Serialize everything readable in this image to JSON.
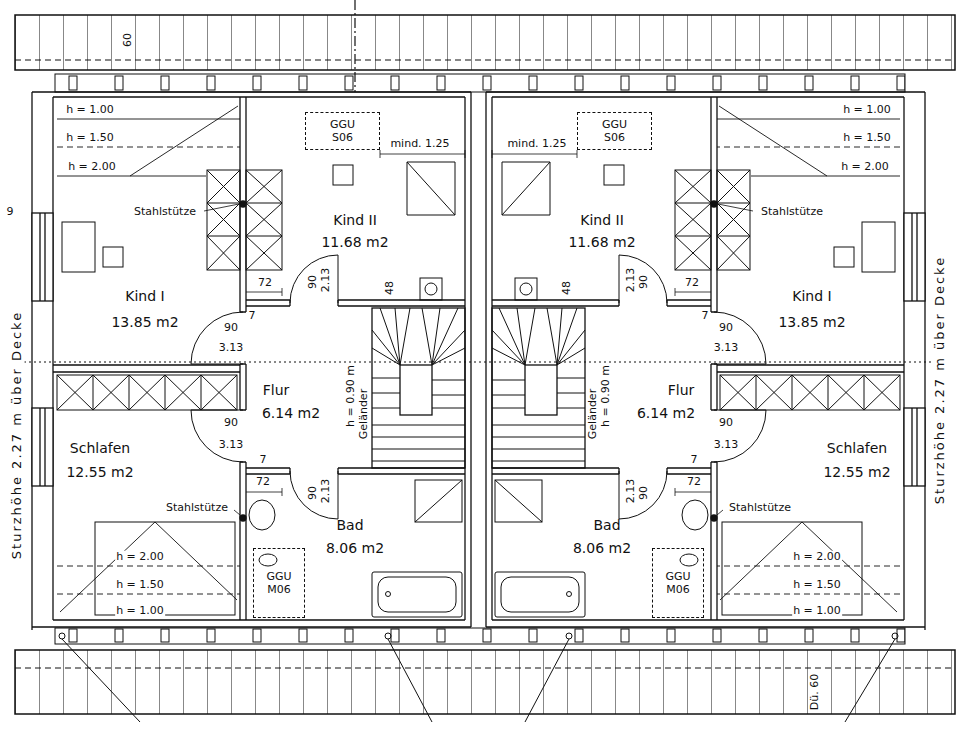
{
  "diagram": {
    "nodes": [
      {
        "text": [
          "Kind I",
          "13.85 m2"
        ]
      },
      {
        "text": [
          "Kind II",
          "11.68 m2"
        ]
      },
      {
        "text": [
          "GGU S06"
        ],
        "in": 1
      },
      {
        "text": [
          "Kind II",
          "11.68 m2"
        ]
      },
      {
        "text": [
          "GGU S06"
        ],
        "in": 3
      },
      {
        "text": [
          "Kind I",
          "13.85 m2"
        ]
      },
      {
        "text": [
          "Flur",
          "6.14 m2"
        ]
      },
      {
        "text": [
          "Flur",
          "6.14 m2"
        ]
      },
      {
        "text": [
          "Schlafen",
          "12.55 m2"
        ]
      },
      {
        "text": [
          "Bad",
          "8.06 m2"
        ]
      },
      {
        "text": [
          "GGU M06"
        ],
        "in": 9
      },
      {
        "text": [
          "Bad",
          "8.06 m2"
        ]
      },
      {
        "text": [
          "GGU M06"
        ],
        "in": 11
      },
      {
        "text": [
          "Schlafen",
          "12.55 m2"
        ]
      }
    ],
    "labels": [
      "60",
      "9",
      "h = 1.00",
      "h = 1.50",
      "h = 2.00",
      "mind. 1.25",
      "Stahlstütze",
      "72",
      "90",
      "2.13",
      "48",
      "7",
      "90",
      "3.13",
      "h = 0.90 m",
      "Geländer",
      "90",
      "3.13",
      "7",
      "72",
      "90",
      "2.13",
      "Stahlstütze",
      "h = 2.00",
      "h = 1.50",
      "h = 1.00",
      "h = 1.00",
      "h = 1.50",
      "h = 2.00",
      "mind. 1.25",
      "Stahlstütze",
      "72",
      "90",
      "2.13",
      "48",
      "7",
      "90",
      "3.13",
      "h = 0.90 m",
      "Geländer",
      "90",
      "3.13",
      "7",
      "72",
      "90",
      "2.13",
      "Stahlstütze",
      "h = 2.00",
      "h = 1.50",
      "h = 1.00",
      "Sturzhöhe 2.27 m über Decke",
      "Sturzhöhe 2.27 m über Decke",
      "Dü. 60"
    ]
  }
}
